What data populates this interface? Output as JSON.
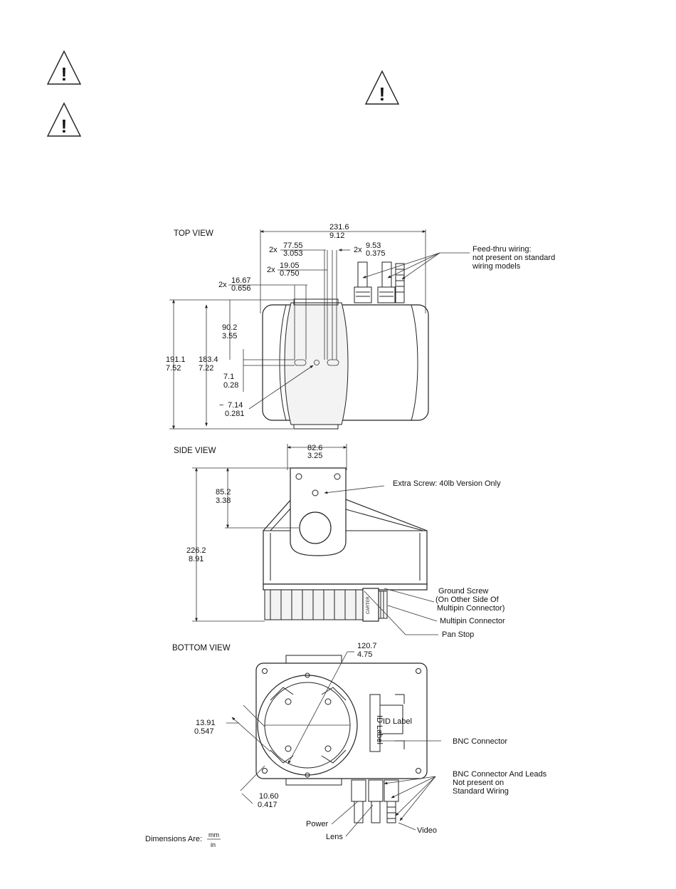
{
  "warnings": {
    "count": 3,
    "glyph": "!"
  },
  "top_view": {
    "title": "TOP VIEW",
    "overall_width": {
      "mm": "231.6",
      "in": "9.12"
    },
    "spacing_77": {
      "qty": "2x",
      "mm": "77.55",
      "in": "3.053"
    },
    "spacing_9": {
      "qty": "2x",
      "mm": "9.53",
      "in": "0.375"
    },
    "spacing_19": {
      "qty": "2x",
      "mm": "19.05",
      "in": "0.750"
    },
    "spacing_16": {
      "qty": "2x",
      "mm": "16.67",
      "in": "0.656"
    },
    "depth_90": {
      "mm": "90.2",
      "in": "3.55"
    },
    "depth_191": {
      "mm": "191.1",
      "in": "7.52"
    },
    "depth_183": {
      "mm": "183.4",
      "in": "7.22"
    },
    "offset_7_1": {
      "mm": "7.1",
      "in": "0.28"
    },
    "hole_7_14": {
      "mm": "7.14",
      "in": "0.281"
    },
    "note_feedthru": [
      "Feed-thru wiring:",
      "not present on standard",
      "wiring models"
    ]
  },
  "side_view": {
    "title": "SIDE VIEW",
    "width_82": {
      "mm": "82.6",
      "in": "3.25"
    },
    "height_85": {
      "mm": "85.2",
      "in": "3.38"
    },
    "height_226": {
      "mm": "226.2",
      "in": "8.91"
    },
    "note_screw": "Extra Screw: 40lb Version Only",
    "note_ground": [
      "Ground Screw",
      "(On Other Side Of",
      "Multipin Connector)"
    ],
    "note_multipin": "Multipin Connector",
    "note_panstop": "Pan Stop",
    "base_mark": "CARTER"
  },
  "bottom_view": {
    "title": "BOTTOM VIEW",
    "diameter": {
      "mm": "120.7",
      "in": "4.75"
    },
    "dim_13": {
      "mm": "13.91",
      "in": "0.547"
    },
    "dim_10": {
      "mm": "10.60",
      "in": "0.417"
    },
    "id_label_1": "ID Label",
    "id_label_2": "ID Label",
    "note_bnc": "BNC Connector",
    "note_bnc_leads": [
      "BNC Connector And Leads",
      "Not present on",
      "Standard Wiring"
    ],
    "lead_power": "Power",
    "lead_lens": "Lens",
    "lead_video": "Video"
  },
  "units": {
    "label": "Dimensions Are:",
    "numerator": "mm",
    "denominator": "in"
  }
}
